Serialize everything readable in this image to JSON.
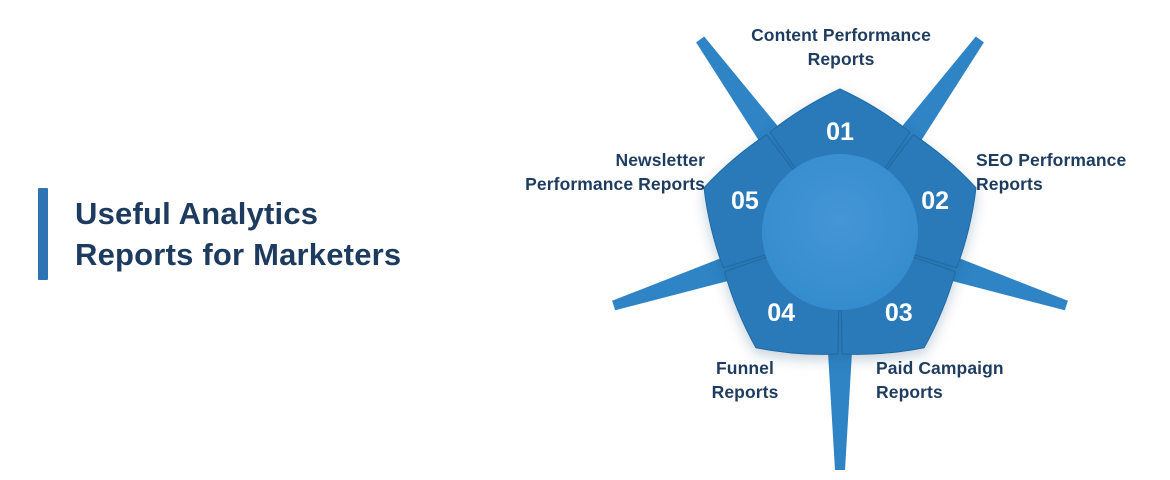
{
  "title": {
    "line1": "Useful Analytics",
    "line2": "Reports for Marketers"
  },
  "diagram": {
    "items": [
      {
        "number": "01",
        "label_line1": "Content Performance",
        "label_line2": "Reports"
      },
      {
        "number": "02",
        "label_line1": "SEO Performance",
        "label_line2": "Reports"
      },
      {
        "number": "03",
        "label_line1": "Paid Campaign",
        "label_line2": "Reports"
      },
      {
        "number": "04",
        "label_line1": "Funnel",
        "label_line2": "Reports"
      },
      {
        "number": "05",
        "label_line1": "Newsletter",
        "label_line2": "Performance Reports"
      }
    ],
    "colors": {
      "petal": "#2b7ab9",
      "petal_edge": "#1f6aa6",
      "center_light": "#4496d6",
      "center_dark": "#338bcd",
      "ray": "#2e84c4",
      "number": "#ffffff",
      "label": "#1e3c5f",
      "accent_bar": "#2e74b5",
      "title": "#1d3b5e"
    }
  }
}
